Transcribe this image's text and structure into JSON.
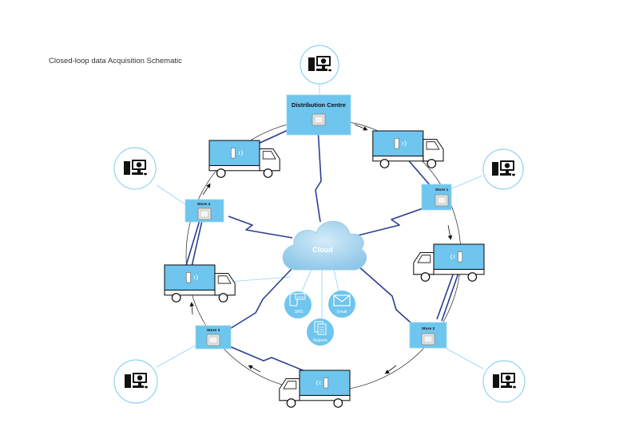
{
  "title": "Closed-loop data Acquisition Schematic",
  "nodes": {
    "distribution_centre": "Distribution Centre",
    "store1": "Store 1",
    "store2": "Store 2",
    "store3": "Store 3",
    "store4": "Store 4",
    "cloud": "Cloud"
  },
  "outputs": {
    "sms": "SMS",
    "sms_badge": "SMS",
    "email": "Email",
    "reports": "Reports"
  },
  "colors": {
    "box_fill": "#6ec5ee",
    "link_line": "#2a3f93",
    "circle_outline": "#8fd3ef",
    "cloud_fill": "#a9d6ef"
  }
}
